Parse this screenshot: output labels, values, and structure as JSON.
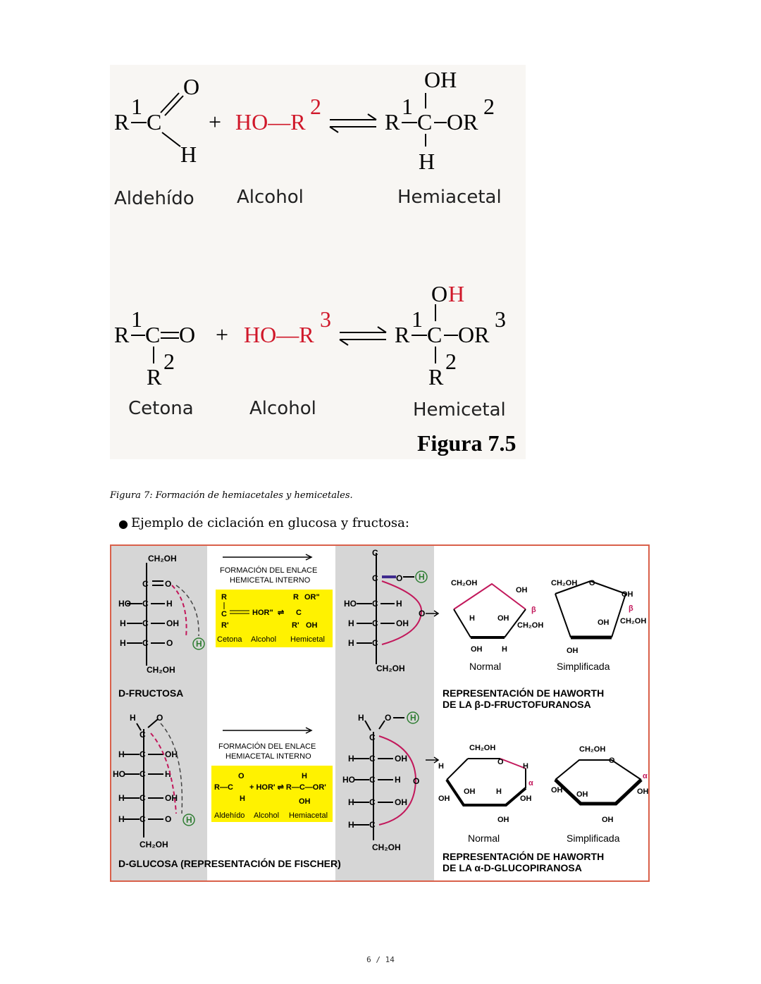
{
  "figure_top": {
    "reaction1": {
      "reactant1_label": "Aldehído",
      "reactant2_label": "Alcohol",
      "product_label": "Hemiacetal"
    },
    "reaction2": {
      "reactant1_label": "Cetona",
      "reactant2_label": "Alcohol",
      "product_label": "Hemicetal"
    },
    "figure_number": "Figura 7.5"
  },
  "caption": "Figura 7: Formación de hemiacetales y hemicetales.",
  "bullet": "Ejemplo de ciclación en glucosa y fructosa:",
  "figure_bottom": {
    "top_panel": {
      "step_title": "FORMACIÓN DEL ENLACE",
      "step_title2": "HEMICETAL INTERNO",
      "box_labels": [
        "Cetona",
        "Alcohol",
        "Hemicetal"
      ],
      "molecule_name": "D-FRUCTOSA",
      "normal_label": "Normal",
      "simplified_label": "Simplificada",
      "haworth_title": "REPRESENTACIÓN DE HAWORTH",
      "haworth_title2": "DE LA β-D-FRUCTOFURANOSA",
      "anomer": "β"
    },
    "bottom_panel": {
      "step_title": "FORMACIÓN DEL ENLACE",
      "step_title2": "HEMIACETAL INTERNO",
      "box_labels": [
        "Aldehído",
        "Alcohol",
        "Hemiacetal"
      ],
      "molecule_name": "D-GLUCOSA (REPRESENTACIÓN DE FISCHER)",
      "normal_label": "Normal",
      "simplified_label": "Simplificada",
      "haworth_title": "REPRESENTACIÓN DE HAWORTH",
      "haworth_title2": "DE LA α-D-GLUCOPIRANOSA",
      "anomer": "α"
    }
  },
  "page_number": "6 / 14",
  "colors": {
    "red_group": "#d0182a",
    "yellow_box": "#fff200",
    "grey_band": "#d6d6d6",
    "frame": "#d9604a",
    "magenta_bond": "#c2185b"
  }
}
